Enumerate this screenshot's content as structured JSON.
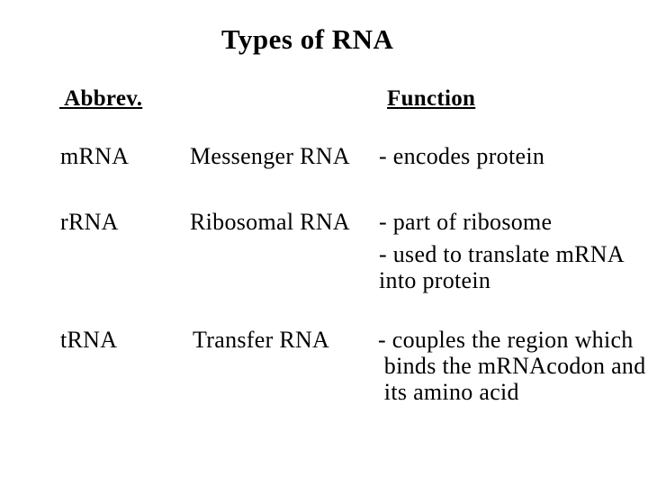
{
  "slide": {
    "title": "Types of RNA",
    "background_color": "#ffffff",
    "text_color": "#000000"
  },
  "table": {
    "headers": {
      "abbrev": " Abbrev.",
      "function": "Function"
    },
    "rows": [
      {
        "abbrev": "mRNA",
        "name": "Messenger RNA",
        "functions": [
          "- encodes protein"
        ]
      },
      {
        "abbrev": "rRNA",
        "name": "Ribosomal RNA",
        "functions": [
          "- part of ribosome",
          "- used to translate mRNA\ninto protein"
        ]
      },
      {
        "abbrev": "tRNA",
        "name": "Transfer RNA",
        "functions": [
          "- couples the region which\n binds the mRNAcodon and\n its amino acid"
        ]
      }
    ]
  }
}
